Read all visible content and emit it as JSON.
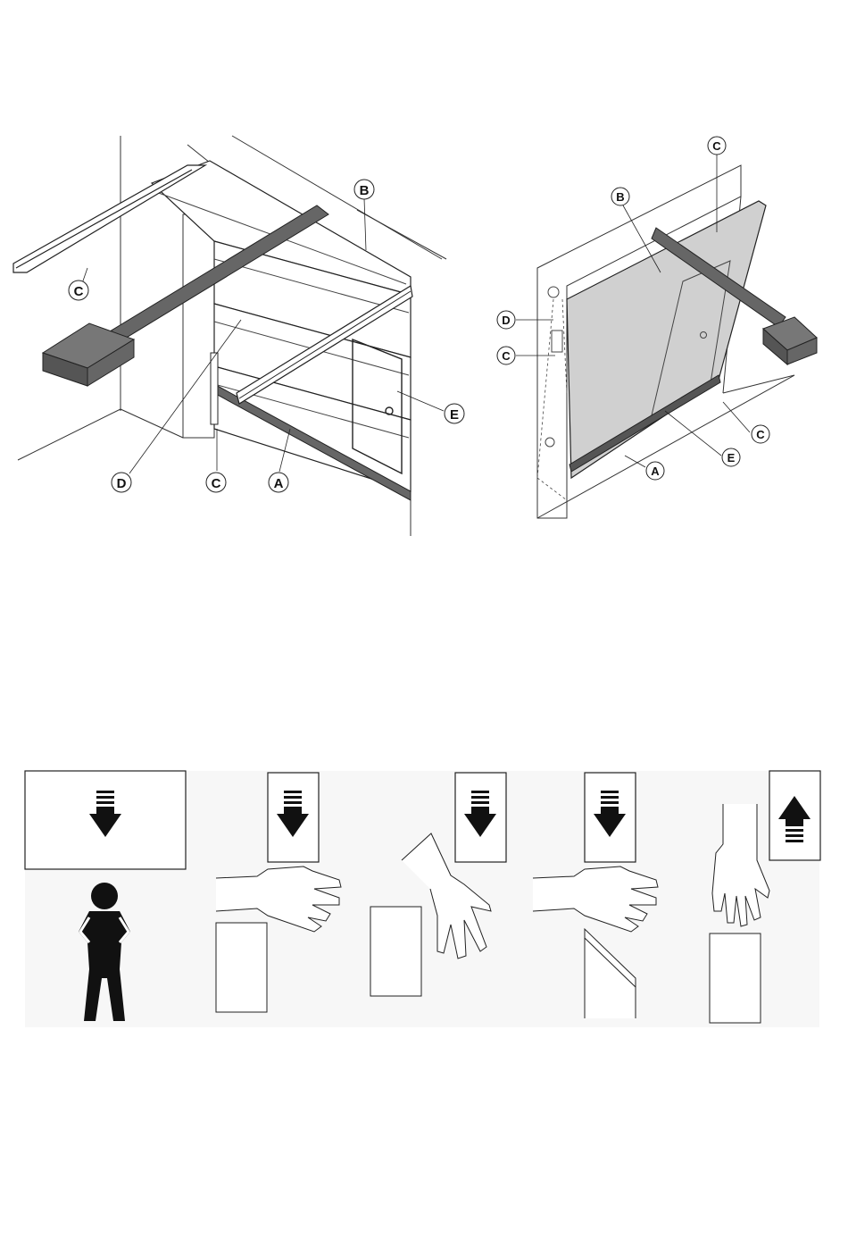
{
  "sectional_door": {
    "callouts": [
      "B",
      "C",
      "D",
      "C",
      "A",
      "E"
    ]
  },
  "tilting_door": {
    "callouts": [
      "C",
      "B",
      "D",
      "C",
      "C",
      "A",
      "E"
    ]
  },
  "safety_pictograms": [
    {
      "id": "stand-clear",
      "arrow": "down"
    },
    {
      "id": "hand-above-open",
      "arrow": "down"
    },
    {
      "id": "hand-tilted",
      "arrow": "down"
    },
    {
      "id": "hand-above-slant",
      "arrow": "down"
    },
    {
      "id": "hand-below-up",
      "arrow": "up"
    }
  ],
  "colors": {
    "line": "#222222",
    "motor": "#555555",
    "panel_fill": "#d0d0d0",
    "background_band": "#f7f7f7"
  }
}
